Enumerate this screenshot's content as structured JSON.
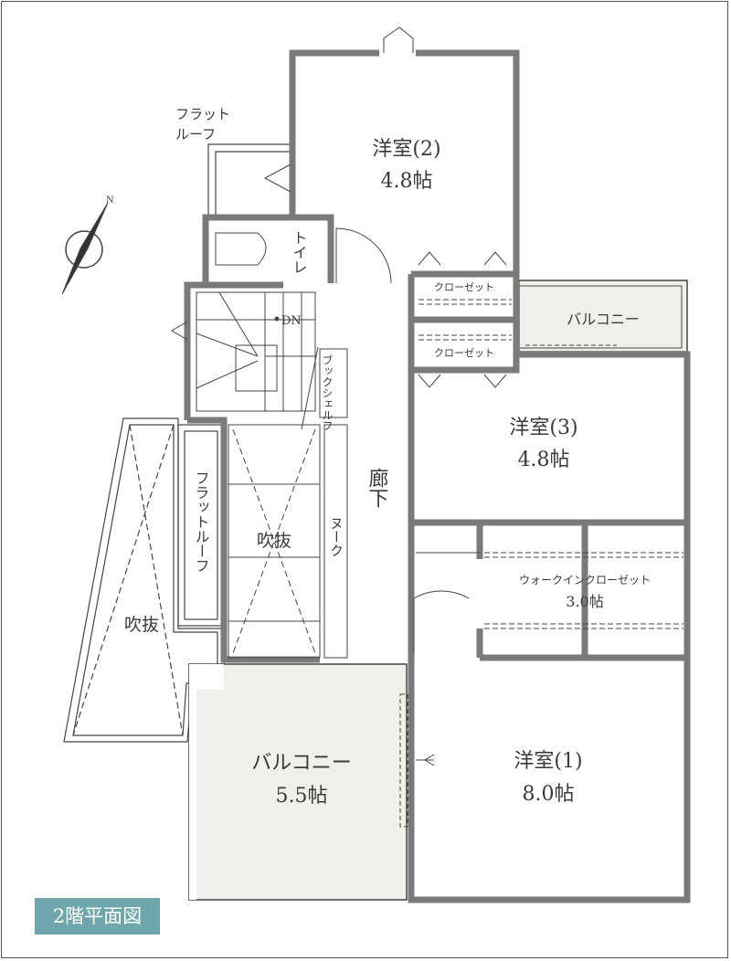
{
  "title_badge": "2階平面図",
  "colors": {
    "wall": "#7a7a7a",
    "balcony_fill": "#f1efea",
    "badge": "#6fa6ab"
  },
  "compass": {
    "label": "N"
  },
  "rooms": {
    "room2": {
      "name": "洋室(2)",
      "size": "4.8帖"
    },
    "room3": {
      "name": "洋室(3)",
      "size": "4.8帖"
    },
    "room1": {
      "name": "洋室(1)",
      "size": "8.0帖"
    },
    "balcony_main": {
      "name": "バルコニー",
      "size": "5.5帖"
    },
    "balcony_small": {
      "name": "バルコニー"
    },
    "wic": {
      "name": "ウォークインクローゼット",
      "size": "3.0帖"
    },
    "closet_a": {
      "name": "クローゼット"
    },
    "closet_b": {
      "name": "クローゼット"
    },
    "toilet": {
      "name": "トイレ"
    },
    "hallway": {
      "name": "廊下"
    },
    "nook": {
      "name": "ヌーク"
    },
    "bookshelf": {
      "name": "ブックシェルフ"
    },
    "void_center": {
      "name": "吹抜"
    },
    "void_left": {
      "name": "吹抜"
    },
    "flat_roof_top": {
      "line1": "フラット",
      "line2": "ルーフ"
    },
    "flat_roof_side": {
      "name": "フラットルーフ"
    },
    "stairs": {
      "label": "DN"
    }
  }
}
